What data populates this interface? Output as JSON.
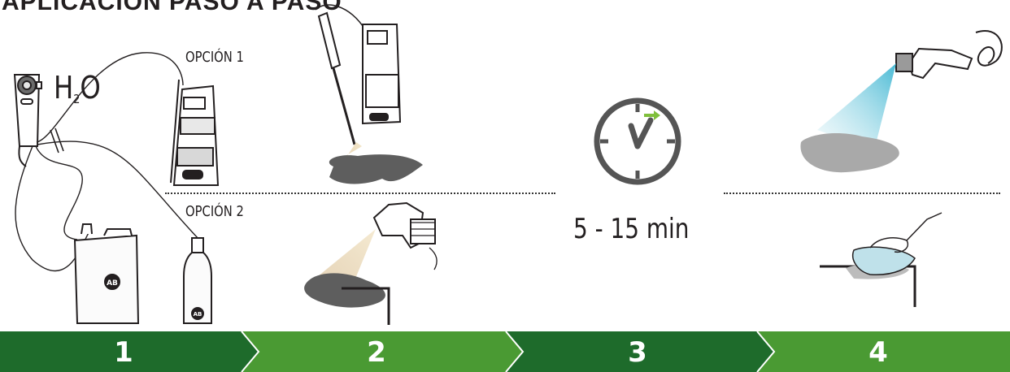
{
  "title": "APLICACIÓN PASO A PASO",
  "chemical": {
    "base": "H",
    "sub": "2",
    "tail": "O"
  },
  "options": {
    "option1": "OPCIÓN 1",
    "option2": "OPCIÓN 2"
  },
  "wait_time": "5 - 15 min",
  "logo_text": "AB",
  "steps": [
    {
      "number": "1",
      "color": "#1e6b2b"
    },
    {
      "number": "2",
      "color": "#4a9a33"
    },
    {
      "number": "3",
      "color": "#1e6b2b"
    },
    {
      "number": "4",
      "color": "#4a9a33"
    }
  ]
}
